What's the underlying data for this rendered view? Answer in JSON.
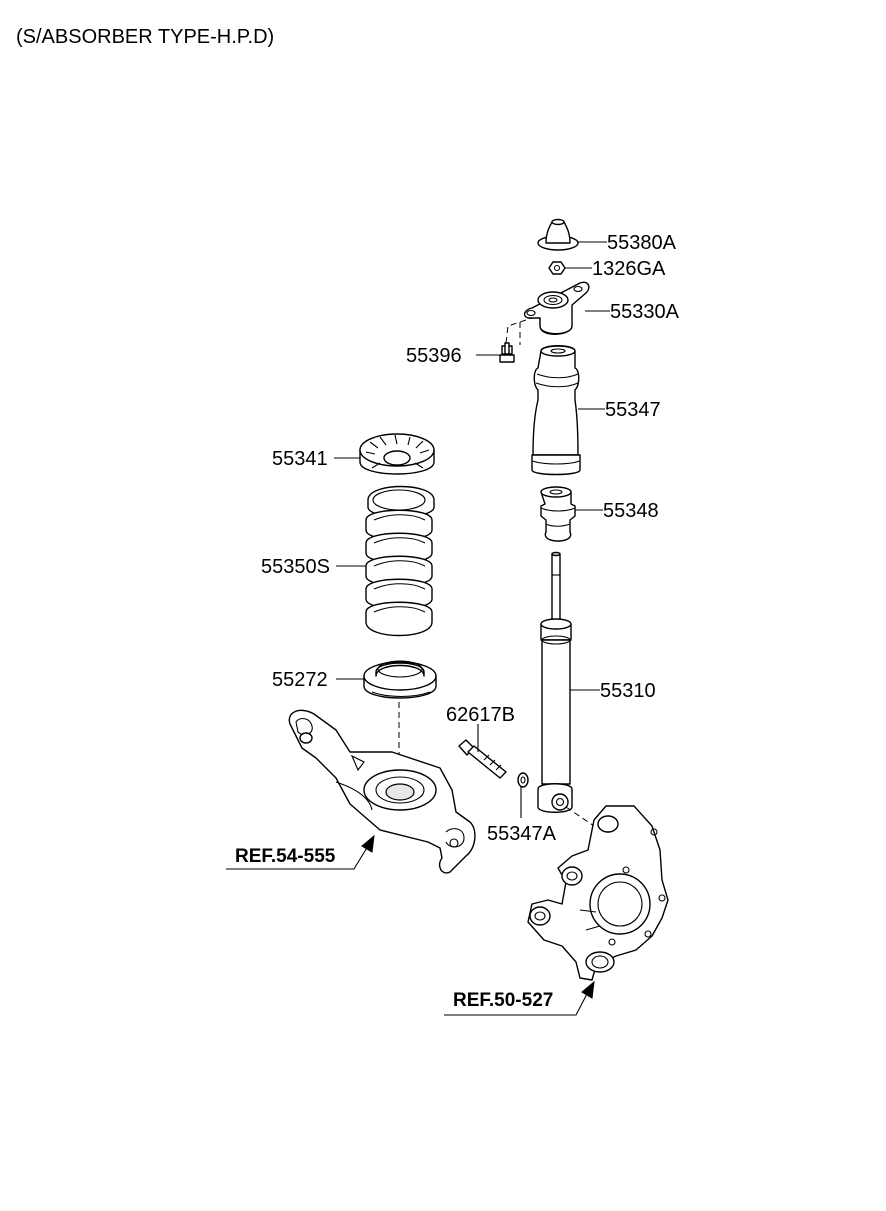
{
  "header": {
    "title": "(S/ABSORBER TYPE-H.P.D)"
  },
  "parts": [
    {
      "id": "p55380A",
      "label": "55380A"
    },
    {
      "id": "p1326GA",
      "label": "1326GA"
    },
    {
      "id": "p55330A",
      "label": "55330A"
    },
    {
      "id": "p55396",
      "label": "55396"
    },
    {
      "id": "p55347",
      "label": "55347"
    },
    {
      "id": "p55341",
      "label": "55341"
    },
    {
      "id": "p55348",
      "label": "55348"
    },
    {
      "id": "p55350S",
      "label": "55350S"
    },
    {
      "id": "p55310",
      "label": "55310"
    },
    {
      "id": "p55272",
      "label": "55272"
    },
    {
      "id": "p62617B",
      "label": "62617B"
    },
    {
      "id": "p55347A",
      "label": "55347A"
    }
  ],
  "refs": [
    {
      "id": "ref1",
      "label": "REF.54-555"
    },
    {
      "id": "ref2",
      "label": "REF.50-527"
    }
  ]
}
